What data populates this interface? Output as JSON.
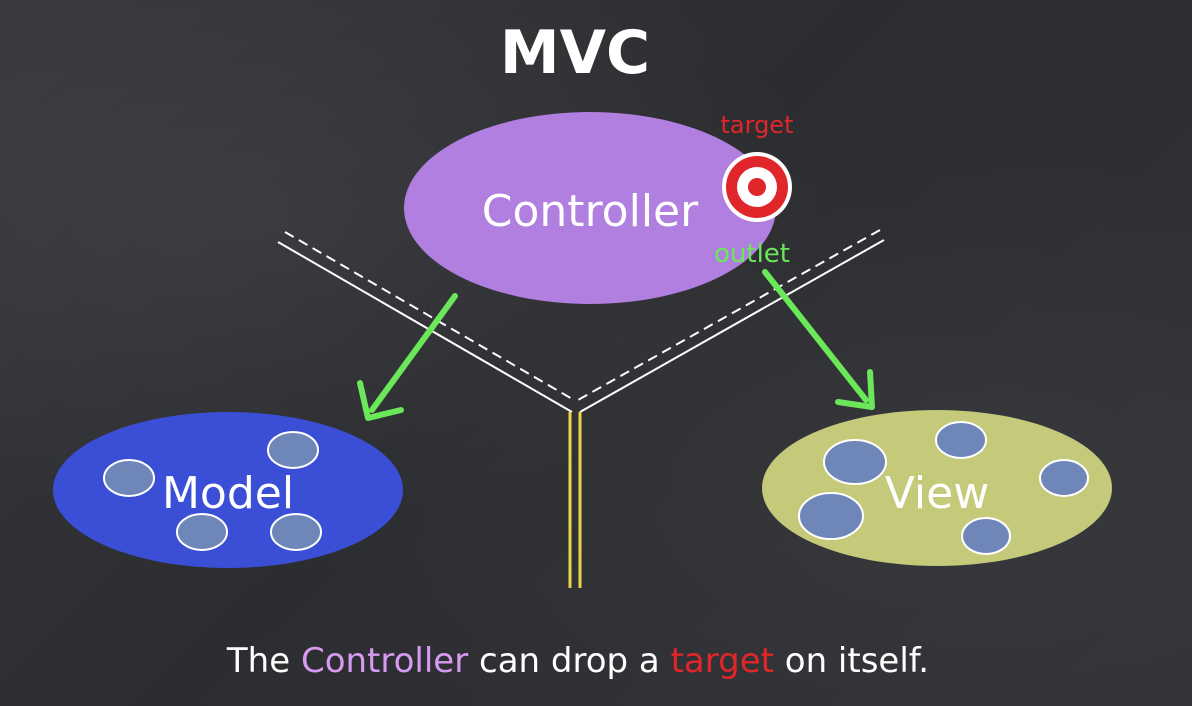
{
  "title": "MVC",
  "nodes": {
    "controller": {
      "label": "Controller",
      "color": "#b07fe0"
    },
    "model": {
      "label": "Model",
      "color": "#3a4fd6"
    },
    "view": {
      "label": "View",
      "color": "#c5c97a"
    }
  },
  "connectors": {
    "target_label": "target",
    "target_color": "#e0262a",
    "outlet_label": "outlet",
    "outlet_color": "#6be85a"
  },
  "caption": {
    "part1": "The",
    "part2": "Controller",
    "part3": "can drop a",
    "part4": "target",
    "part5": "on itself."
  },
  "colors": {
    "background": "#2f3033",
    "chalk": "#ffffff",
    "arrow": "#6be85a",
    "divider_yellow": "#e9d54a",
    "blob_fill": "#6f86b8"
  }
}
